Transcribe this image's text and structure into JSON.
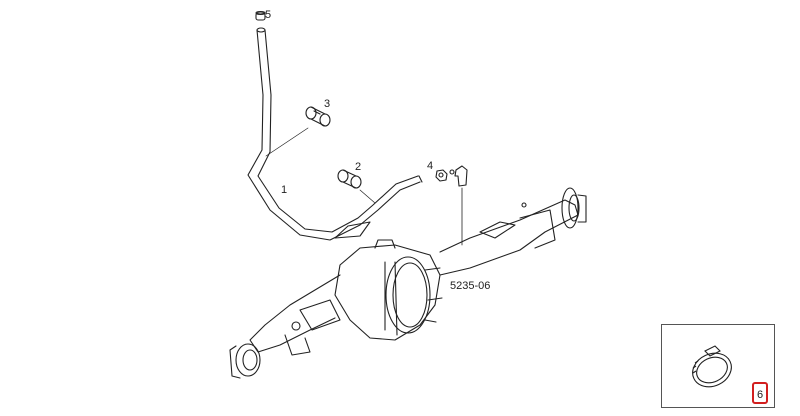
{
  "diagram": {
    "drawing_code": "5235-06",
    "callouts": [
      {
        "number": "1",
        "part": "hose"
      },
      {
        "number": "2",
        "part": "clamp"
      },
      {
        "number": "3",
        "part": "clamp"
      },
      {
        "number": "4",
        "part": "nut"
      },
      {
        "number": "5",
        "part": "cap"
      }
    ],
    "inset": {
      "number": "6",
      "part": "hose-clamp",
      "highlight_color": "#d21f1f"
    }
  }
}
